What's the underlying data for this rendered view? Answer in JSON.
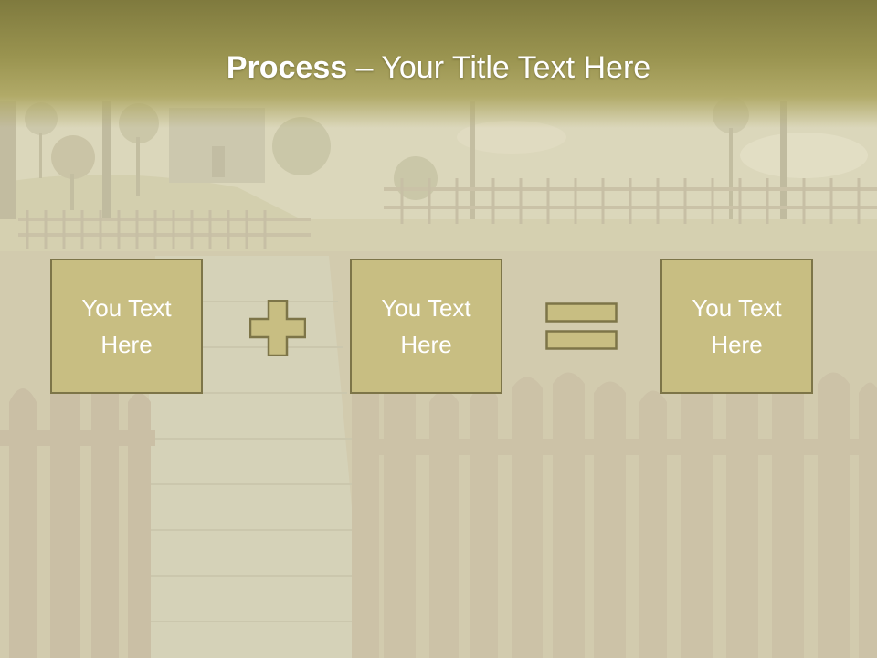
{
  "title": {
    "bold": "Process",
    "rest": " – Your Title Text Here"
  },
  "boxes": [
    {
      "text": "You Text\nHere"
    },
    {
      "text": "You Text\nHere"
    },
    {
      "text": "You Text\nHere"
    }
  ],
  "operators": {
    "first": "plus-icon",
    "second": "equals-icon"
  },
  "colors": {
    "title_band": "#9a9450",
    "box_fill": "#c8be82",
    "box_border": "#7d7548",
    "text": "#ffffff"
  }
}
